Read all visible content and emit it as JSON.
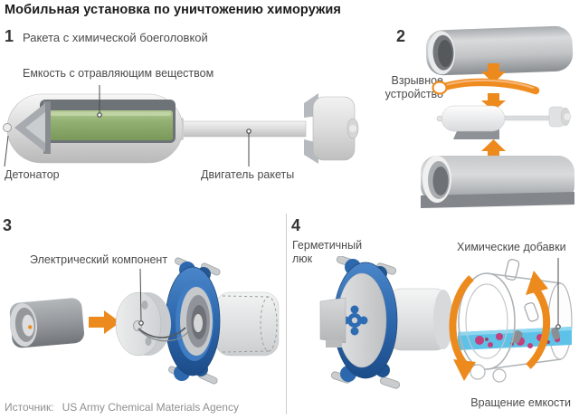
{
  "title": "Мобильная установка по уничтожению химоружия",
  "colors": {
    "accent_orange": "#ed8a1e",
    "flange_blue": "#2d67ad",
    "agent_green": "#8fad6e",
    "liquid_blue": "#5ec2e8",
    "additive_pink": "#c2417d",
    "label_gray": "#4b4b4b",
    "divider_gray": "#cdcdcd"
  },
  "sections": {
    "s1": {
      "number": "1",
      "heading": "Ракета с химической боеголовкой",
      "labels": {
        "container": "Емкость с отравляющим веществом",
        "detonator": "Детонатор",
        "engine": "Двигатель ракеты"
      }
    },
    "s2": {
      "number": "2",
      "labels": {
        "explosive": "Взрывное устройство"
      }
    },
    "s3": {
      "number": "3",
      "labels": {
        "electric": "Электрический компонент"
      }
    },
    "s4": {
      "number": "4",
      "labels": {
        "hatch": "Герметичный люк",
        "additives": "Химические добавки",
        "rotation": "Вращение емкости"
      }
    }
  },
  "source": {
    "prefix": "Источник:",
    "agency": "US Army Chemical Materials Agency"
  }
}
